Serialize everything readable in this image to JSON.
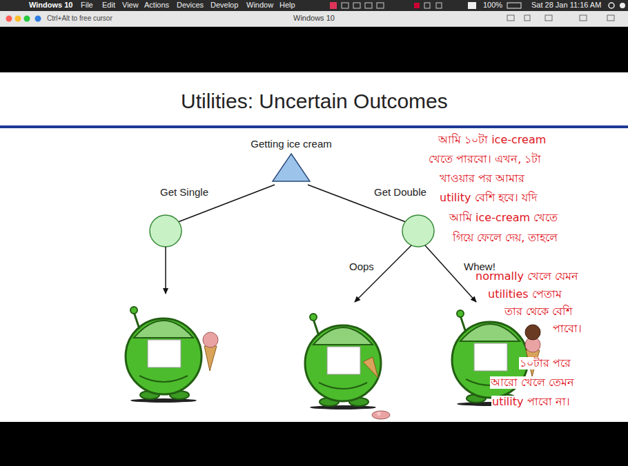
{
  "diagram": {
    "title": "Utilities: Uncertain Outcomes",
    "nodes": [
      {
        "text": [
          "Getting ice cream"
        ]
      }
    ],
    "labels": [
      "Windows 10",
      "File",
      "Edit",
      "View",
      "Actions",
      "Devices",
      "Develop",
      "Window",
      "Help",
      "100%",
      "Sat 28 Jan 11:16 AM",
      "Ctrl+Alt to free cursor",
      "Windows 10",
      "Get Single",
      "Get Double",
      "Oops",
      "Whew!",
      "আমি ১০টা ice-cream",
      "খেতে পারবো। এখন, ১টা",
      "খাওয়ার পর আমার",
      "utility বেশি হবে। যদি",
      "আমি ice-cream খেতে",
      "গিয়ে ফেলে দেয়, তাহলে",
      "normally খেলে যেমন",
      "utilities পেতাম",
      "তার থেকে বেশি",
      "পাবো।",
      "১০টার পরে",
      "আরো খেলে তেমন",
      "utility পাবো না।"
    ]
  }
}
